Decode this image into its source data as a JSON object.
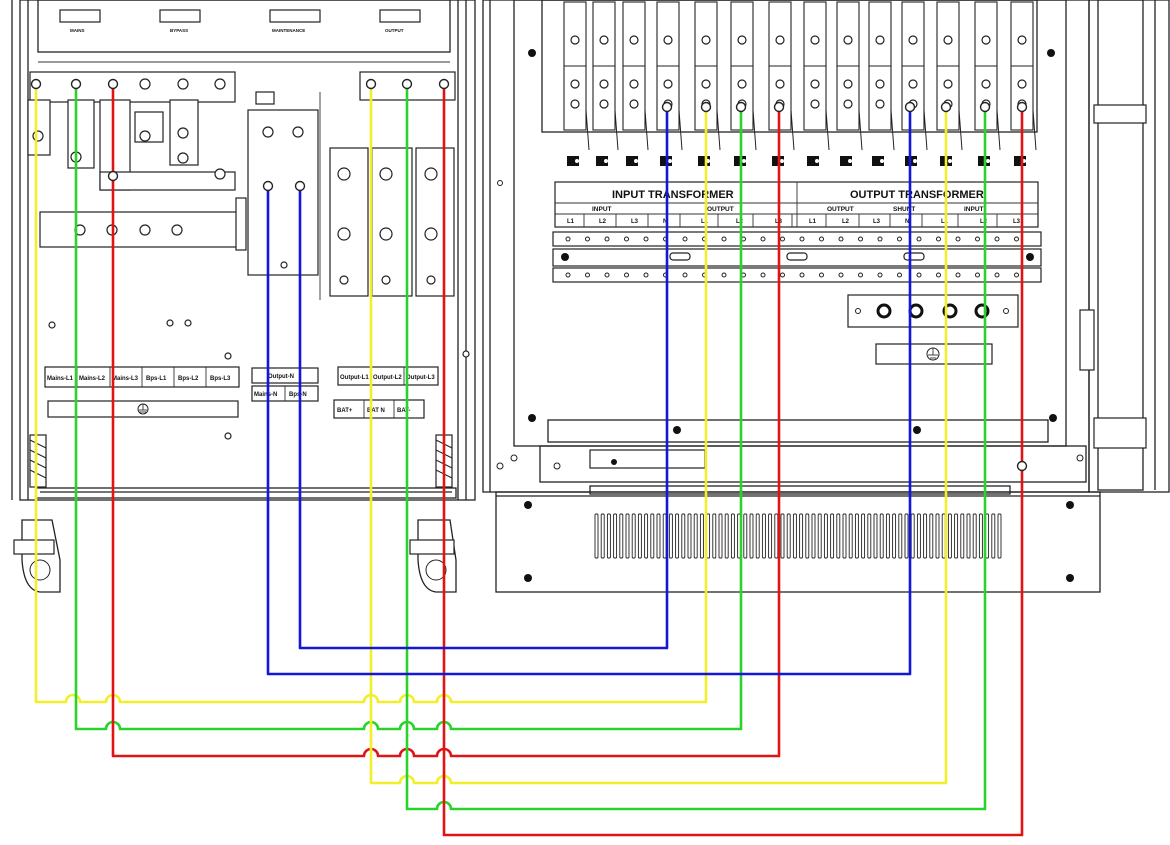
{
  "left_cabinet": {
    "top_switch_labels": [
      "MAINS",
      "BYPASS",
      "MAINTENANCE",
      "OUTPUT"
    ],
    "terminal_labels_row1": [
      "Mains-L1",
      "Mains-L2",
      "Mains-L3",
      "Bps-L1",
      "Bps-L2",
      "Bps-L3"
    ],
    "output_n_label": "Output-N",
    "neutral_labels": [
      "Mains-N",
      "Bps-N"
    ],
    "output_labels": [
      "Output-L1",
      "Output-L2",
      "Output-L3"
    ],
    "battery_labels": [
      "BAT+",
      "BAT N",
      "BAT-"
    ]
  },
  "right_cabinet": {
    "input_transformer_label": "INPUT TRANSFORMER",
    "output_transformer_label": "OUTPUT TRANSFORMER",
    "input_group_label": "INPUT",
    "output_group_label": "OUTPUT",
    "output_group2_label": "OUTPUT",
    "shunt_label": "SHUNT",
    "input_group2_label": "INPUT",
    "phase_labels": [
      "L1",
      "L2",
      "L3",
      "N",
      "L1",
      "L2",
      "L3",
      "L1",
      "L2",
      "L3",
      "N",
      "L1",
      "L2",
      "L3"
    ]
  },
  "wire_colors": {
    "yellow": "#f2ee2a",
    "green": "#2bd22b",
    "red": "#e01414",
    "blue": "#1616d6"
  }
}
